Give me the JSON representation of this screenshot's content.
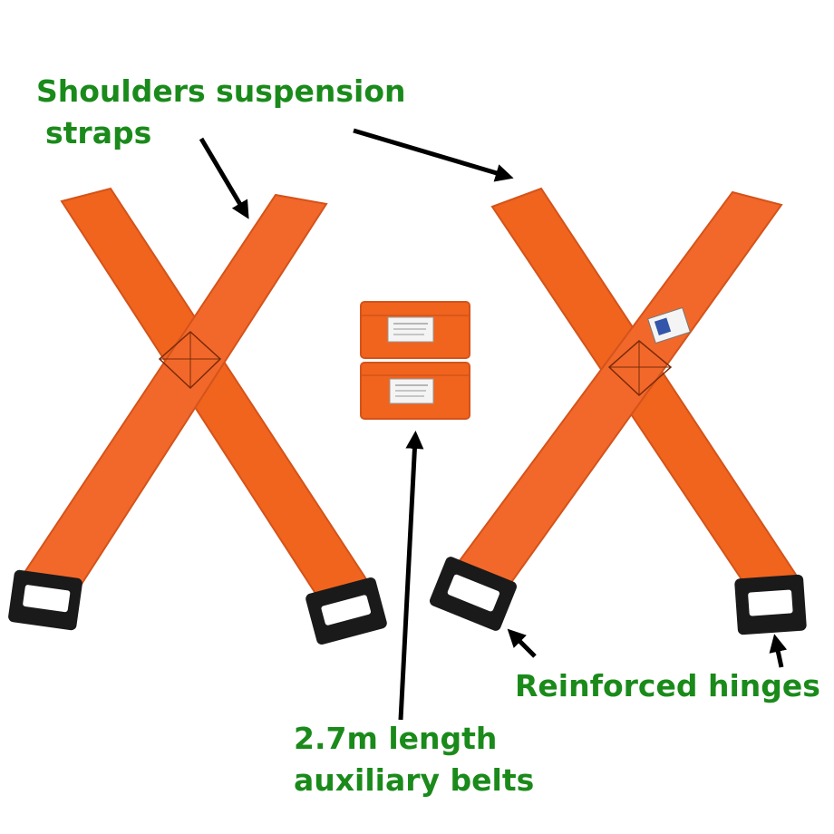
{
  "colors": {
    "label_text": "#1a8a1a",
    "strap_orange": "#f0641e",
    "strap_edge": "#d4531a",
    "buckle_black": "#1a1a1a",
    "arrow_black": "#000000"
  },
  "labels": {
    "shoulders_line1": "Shoulders suspension",
    "shoulders_line2": "straps",
    "reinforced": "Reinforced hinges",
    "auxiliary_line1": "2.7m length",
    "auxiliary_line2": "auxiliary belts"
  }
}
